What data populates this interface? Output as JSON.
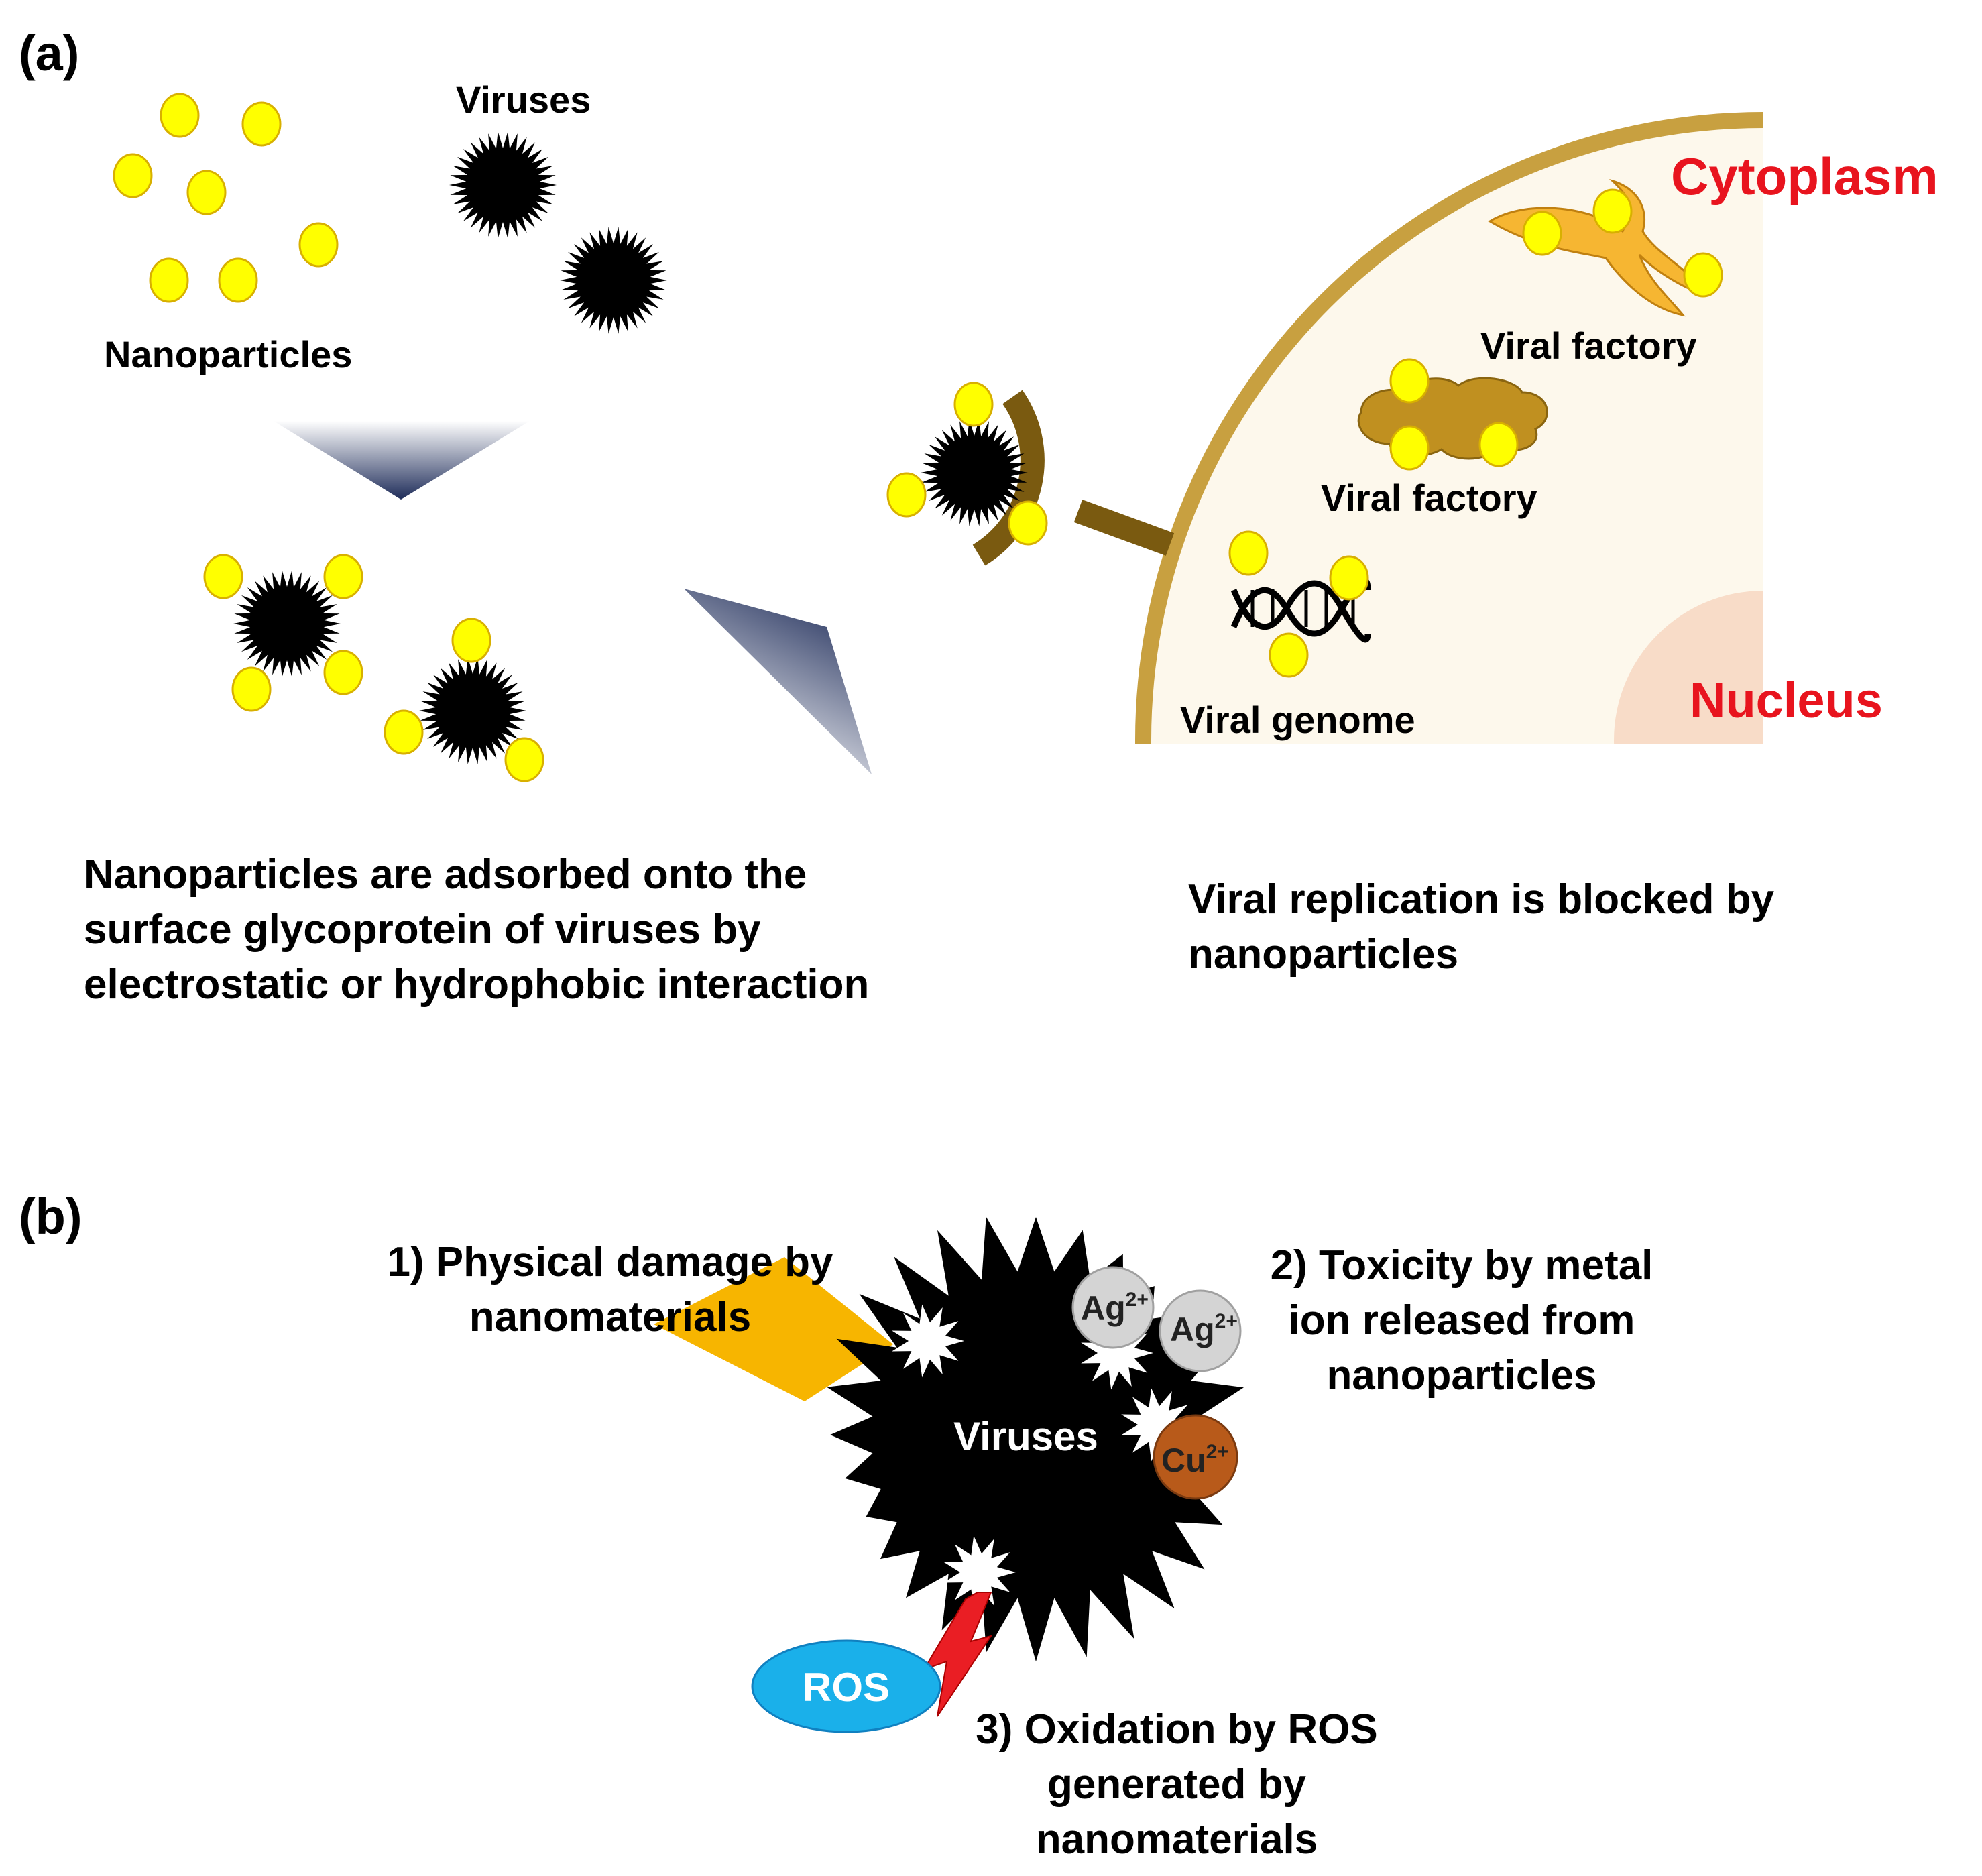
{
  "panel_a": {
    "label": "(a)",
    "viruses_label": "Viruses",
    "nanoparticles_label": "Nanoparticles",
    "cytoplasm_label": "Cytoplasm",
    "nucleus_label": "Nucleus",
    "viral_factory_label_1": "Viral factory",
    "viral_factory_label_2": "Viral factory",
    "viral_genome_label": "Viral genome",
    "caption_left": [
      "Nanoparticles are adsorbed onto the",
      "surface glycoprotein of viruses by",
      "electrostatic or hydrophobic interaction"
    ],
    "caption_right": [
      "Viral replication is blocked by",
      "nanoparticles"
    ]
  },
  "panel_b": {
    "label": "(b)",
    "virus_label": "Viruses",
    "mechanism_1": [
      "1) Physical damage by",
      "nanomaterials"
    ],
    "mechanism_2": [
      "2) Toxicity by metal",
      "ion released from",
      "nanoparticles"
    ],
    "mechanism_3": [
      "3) Oxidation by ROS",
      "generated by",
      "nanomaterials"
    ],
    "ros_label": "ROS",
    "ion_ag_1": "Ag",
    "ion_ag_2": "Ag",
    "ion_cu": "Cu",
    "ion_charge": "2+"
  },
  "colors": {
    "nanoparticle": "#ffff00",
    "virus": "#000000",
    "cell_membrane": "#c8a040",
    "cytoplasm_fill": "#fdf8ec",
    "nucleus_fill": "#f8dcc8",
    "label_red": "#e8141e",
    "factory_orange": "#f6b632",
    "factory_brown": "#c09020",
    "receptor": "#7a5a10",
    "nanomaterial_sheet": "#f7b500",
    "ros_blue": "#1ab0ea",
    "ag_gray": "#d4d4d4",
    "cu_brown": "#b85a1a",
    "arrow_gradient": "#1f2d5a"
  }
}
